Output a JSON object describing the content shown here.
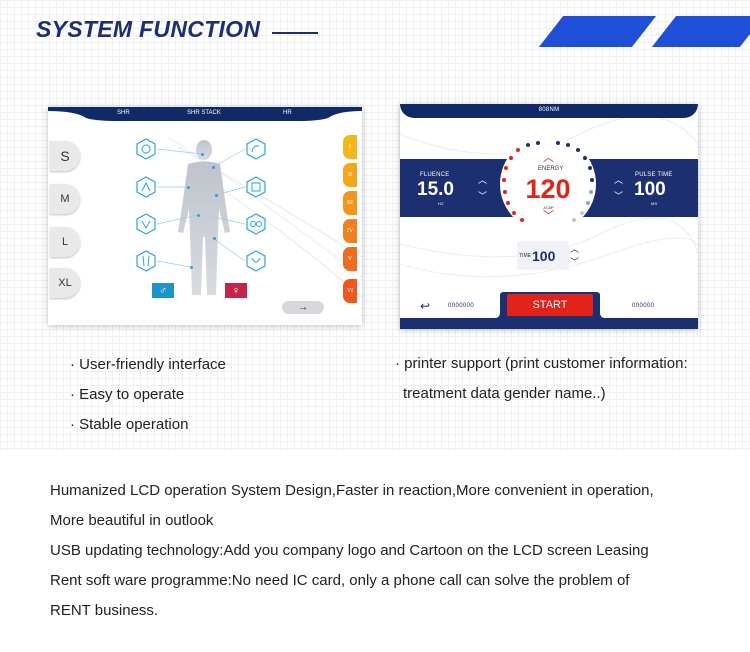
{
  "header": {
    "title": "SYSTEM FUNCTION"
  },
  "colors": {
    "brand_blue": "#1c2e7a",
    "accent_blue": "#1e4fd6",
    "start_red": "#e3231a",
    "panel_navy": "#1b2f71"
  },
  "screen1": {
    "tabs": [
      "SHR",
      "SHR STACK",
      "HR"
    ],
    "sizes": [
      "S",
      "M",
      "L",
      "XL"
    ],
    "levels": [
      "I",
      "II",
      "III",
      "IV",
      "V",
      "VI"
    ],
    "icons": [
      "face-area-icon",
      "arm-area-icon",
      "underarm-area-icon",
      "back-area-icon",
      "bikini-area-icon",
      "chest-area-icon",
      "leg-area-icon",
      "abdomen-area-icon",
      "male-icon",
      "female-icon",
      "arrow-right-icon"
    ]
  },
  "screen2": {
    "wavelength": "808NM",
    "fluence_label": "FLUENCE",
    "fluence_value": "15.0",
    "fluence_unit": "HZ",
    "pulse_label": "PULSE TIME",
    "pulse_value": "100",
    "pulse_unit": "MS",
    "energy_label": "ENERGY",
    "energy_value": "120",
    "energy_unit": "J/CM²",
    "time_label": "TIME",
    "time_value": "100",
    "left_counter": "0000000",
    "start_label": "START",
    "right_counter": "000000"
  },
  "features": {
    "left": [
      "· User-friendly interface",
      "· Easy to operate",
      "· Stable operation"
    ],
    "right": [
      "· printer support (print customer information:",
      "treatment data gender name..)"
    ]
  },
  "description": [
    "Humanized LCD operation System Design,Faster in reaction,More convenient in operation,",
    "More beautiful in outlook",
    "USB updating technology:Add you company logo and Cartoon on the LCD screen Leasing",
    "Rent soft ware programme:No need IC card, only a phone call can solve the problem of",
    "RENT business."
  ]
}
